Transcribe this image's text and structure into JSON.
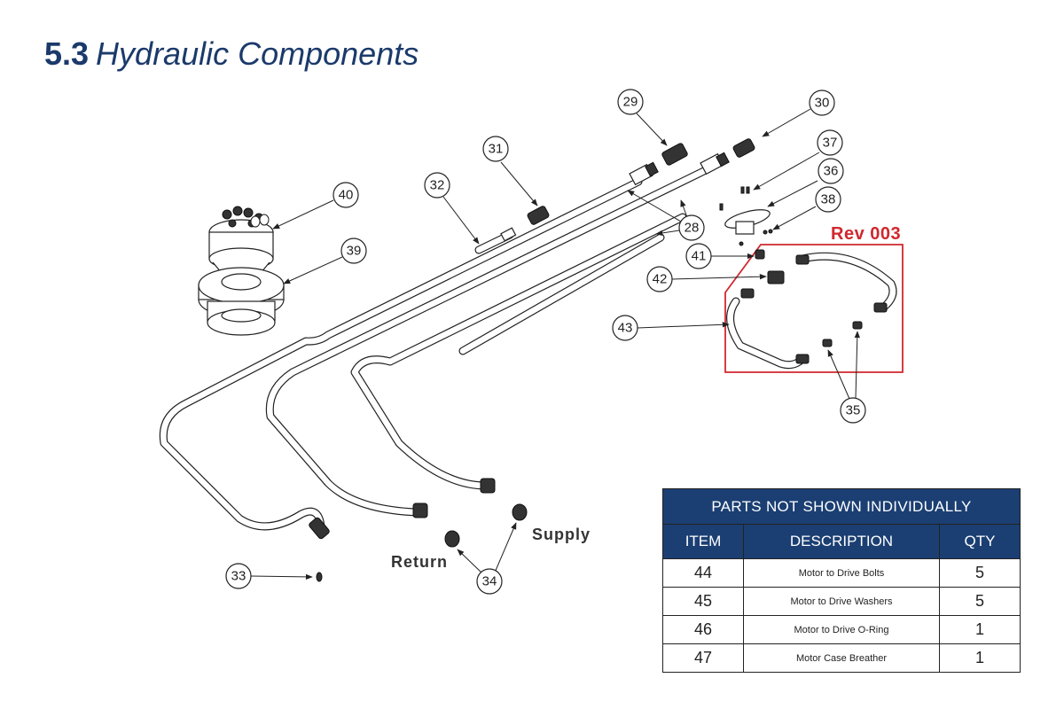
{
  "header": {
    "section_number": "5.3",
    "section_title": "Hydraulic Components"
  },
  "revision": {
    "label": "Rev 003",
    "color": "#d0282e"
  },
  "ports": {
    "return_label": "Return",
    "supply_label": "Supply"
  },
  "callouts": [
    {
      "id": "29"
    },
    {
      "id": "30"
    },
    {
      "id": "31"
    },
    {
      "id": "37"
    },
    {
      "id": "36"
    },
    {
      "id": "38"
    },
    {
      "id": "32"
    },
    {
      "id": "40"
    },
    {
      "id": "39"
    },
    {
      "id": "28"
    },
    {
      "id": "41"
    },
    {
      "id": "42"
    },
    {
      "id": "43"
    },
    {
      "id": "35"
    },
    {
      "id": "33"
    },
    {
      "id": "34"
    }
  ],
  "parts_table": {
    "caption": "PARTS NOT SHOWN INDIVIDUALLY",
    "columns": [
      "ITEM",
      "DESCRIPTION",
      "QTY"
    ],
    "rows": [
      {
        "item": "44",
        "description": "Motor to Drive Bolts",
        "qty": "5"
      },
      {
        "item": "45",
        "description": "Motor to Drive Washers",
        "qty": "5"
      },
      {
        "item": "46",
        "description": "Motor to Drive O-Ring",
        "qty": "1"
      },
      {
        "item": "47",
        "description": "Motor Case Breather",
        "qty": "1"
      }
    ],
    "header_color": "#1b3f73"
  },
  "colors": {
    "title": "#1b3a6b",
    "line": "#222222"
  }
}
